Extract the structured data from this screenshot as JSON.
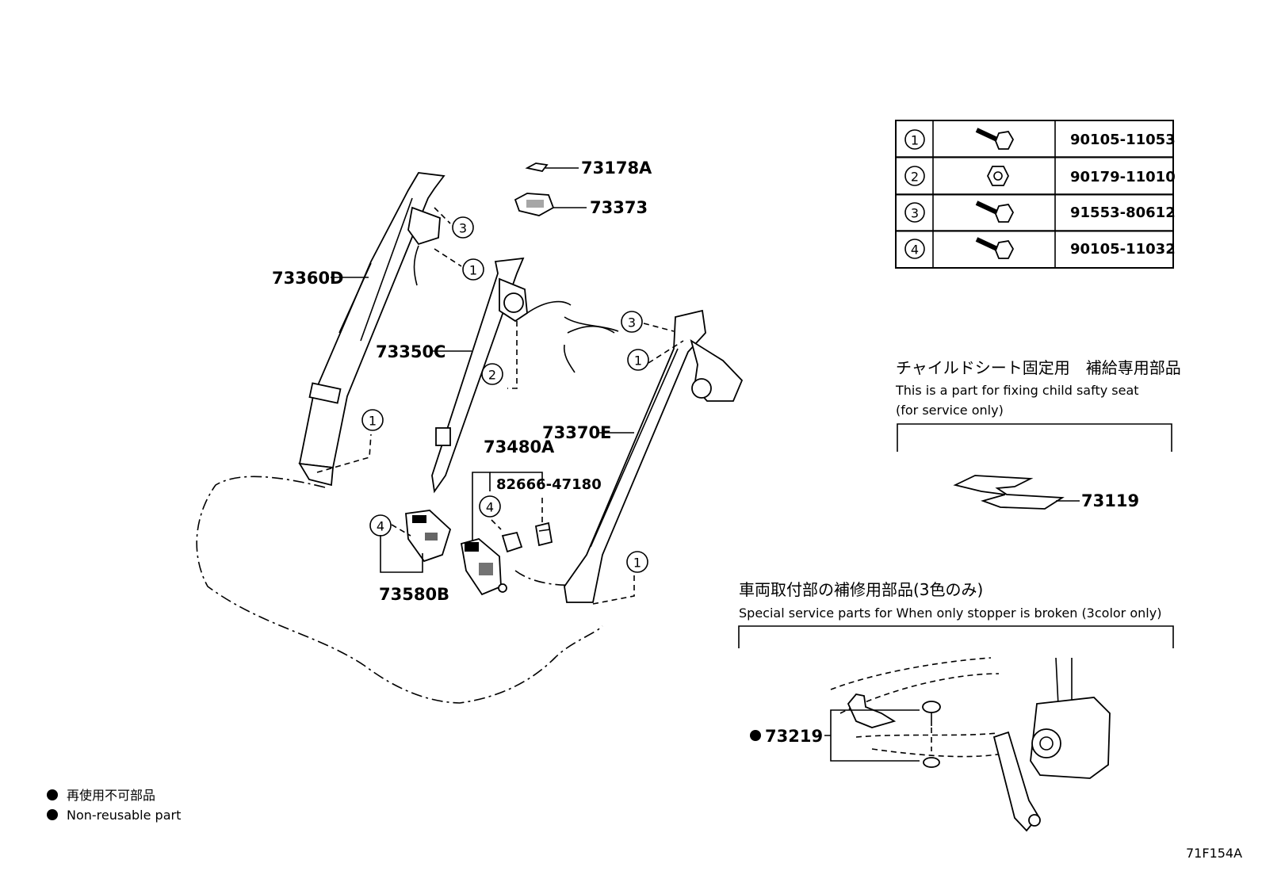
{
  "parts": {
    "p73178A": "73178A",
    "p73373": "73373",
    "p73360D": "73360D",
    "p73350C": "73350C",
    "p73370E": "73370E",
    "p73480A": "73480A",
    "p82666": "82666-47180",
    "p73580B": "73580B",
    "p73119": "73119",
    "p73219": "73219"
  },
  "callouts": {
    "c1": "1",
    "c2": "2",
    "c3": "3",
    "c4": "4"
  },
  "fastener_table": [
    {
      "num": "1",
      "part": "90105-11053",
      "icon": "flange-bolt-icon"
    },
    {
      "num": "2",
      "part": "90179-11010",
      "icon": "hex-nut-icon"
    },
    {
      "num": "3",
      "part": "91553-80612",
      "icon": "flange-bolt-icon"
    },
    {
      "num": "4",
      "part": "90105-11032",
      "icon": "flange-bolt-icon"
    }
  ],
  "child_seat": {
    "title_jp": "チャイルドシート固定用　補給専用部品",
    "title_en": "This is a part for fixing child safty seat",
    "subtitle_en": "(for service only)"
  },
  "stopper": {
    "title_jp": "車両取付部の補修用部品(3色のみ)",
    "title_en": "Special service parts for When only stopper is broken (3color only)"
  },
  "legend": {
    "jp": "再使用不可部品",
    "en": "Non-reusable part"
  },
  "figure_code": "71F154A"
}
